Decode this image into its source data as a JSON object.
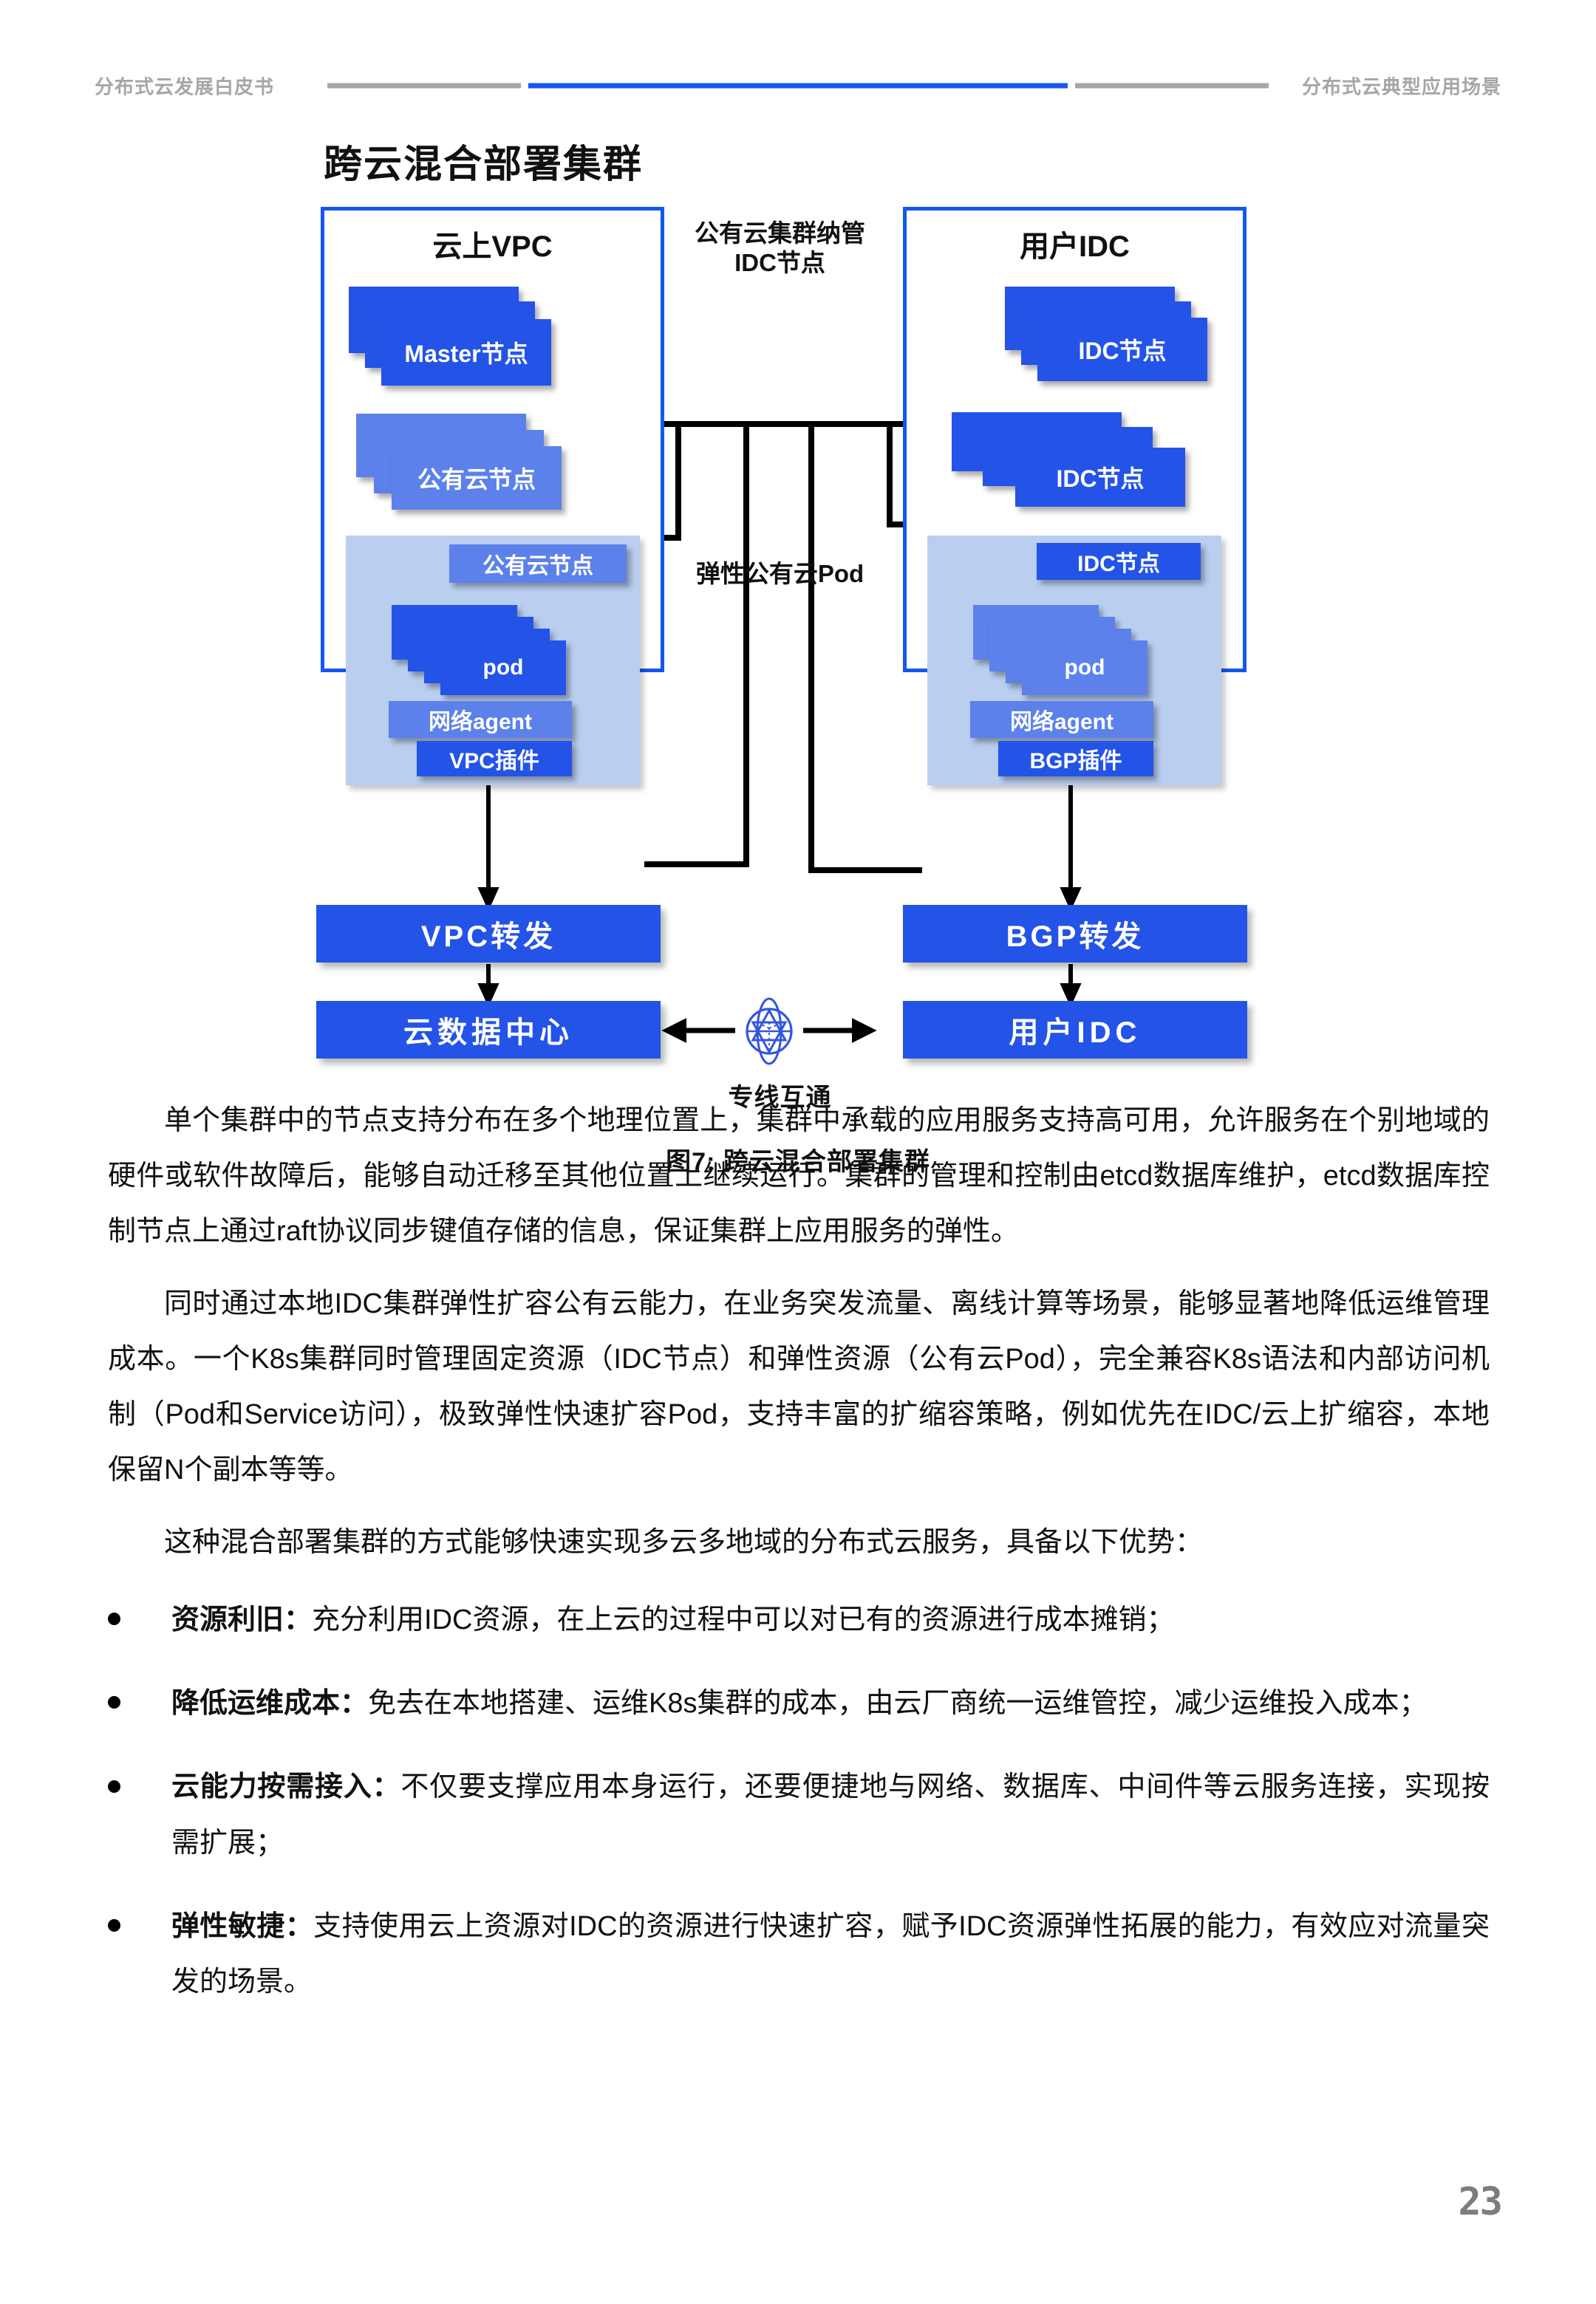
{
  "header": {
    "left_text": "分布式云发展白皮书",
    "right_text": "分布式云典型应用场景"
  },
  "figure": {
    "title": "跨云混合部署集群",
    "caption": "图7: 跨云混合部署集群",
    "left_zone_title": "云上VPC",
    "right_zone_title": "用户IDC",
    "mid_label_line1": "公有云集群纳管",
    "mid_label_line2": "IDC节点",
    "mid_label_2": "弹性公有云Pod",
    "line_label": "专线互通",
    "left_nodes": {
      "master": "Master节点",
      "public_cloud_node": "公有云节点",
      "pale_node_title": "公有云节点",
      "pod": "pod",
      "agent": "网络agent",
      "plugin": "VPC插件"
    },
    "right_nodes": {
      "idc_node_1": "IDC节点",
      "idc_node_2": "IDC节点",
      "pale_node_title": "IDC节点",
      "pod": "pod",
      "agent": "网络agent",
      "plugin": "BGP插件"
    },
    "bottom": {
      "vpc_forward": "VPC转发",
      "cloud_dc": "云数据中心",
      "bgp_forward": "BGP转发",
      "user_idc": "用户IDC"
    },
    "colors": {
      "zone_border": "#1456F0",
      "node_dark": "#2453E8",
      "node_mid": "#5C81EB",
      "pale_container": "#BACFF0",
      "connector": "#000000"
    }
  },
  "body": {
    "paragraph_1": "单个集群中的节点支持分布在多个地理位置上，集群中承载的应用服务支持高可用，允许服务在个别地域的硬件或软件故障后，能够自动迁移至其他位置上继续运行。集群的管理和控制由etcd数据库维护，etcd数据库控制节点上通过raft协议同步键值存储的信息，保证集群上应用服务的弹性。",
    "paragraph_2": "同时通过本地IDC集群弹性扩容公有云能力，在业务突发流量、离线计算等场景，能够显著地降低运维管理成本。一个K8s集群同时管理固定资源（IDC节点）和弹性资源（公有云Pod），完全兼容K8s语法和内部访问机制（Pod和Service访问），极致弹性快速扩容Pod，支持丰富的扩缩容策略，例如优先在IDC/云上扩缩容，本地保留N个副本等等。",
    "paragraph_3": "这种混合部署集群的方式能够快速实现多云多地域的分布式云服务，具备以下优势："
  },
  "bullets": [
    {
      "title": "资源利旧：",
      "text": "充分利用IDC资源，在上云的过程中可以对已有的资源进行成本摊销；"
    },
    {
      "title": "降低运维成本：",
      "text": "免去在本地搭建、运维K8s集群的成本，由云厂商统一运维管控，减少运维投入成本；"
    },
    {
      "title": "云能力按需接入：",
      "text": "不仅要支撑应用本身运行，还要便捷地与网络、数据库、中间件等云服务连接，实现按需扩展；"
    },
    {
      "title": "弹性敏捷：",
      "text": "支持使用云上资源对IDC的资源进行快速扩容，赋予IDC资源弹性拓展的能力，有效应对流量突发的场景。"
    }
  ],
  "footer": {
    "page_number": "23"
  }
}
